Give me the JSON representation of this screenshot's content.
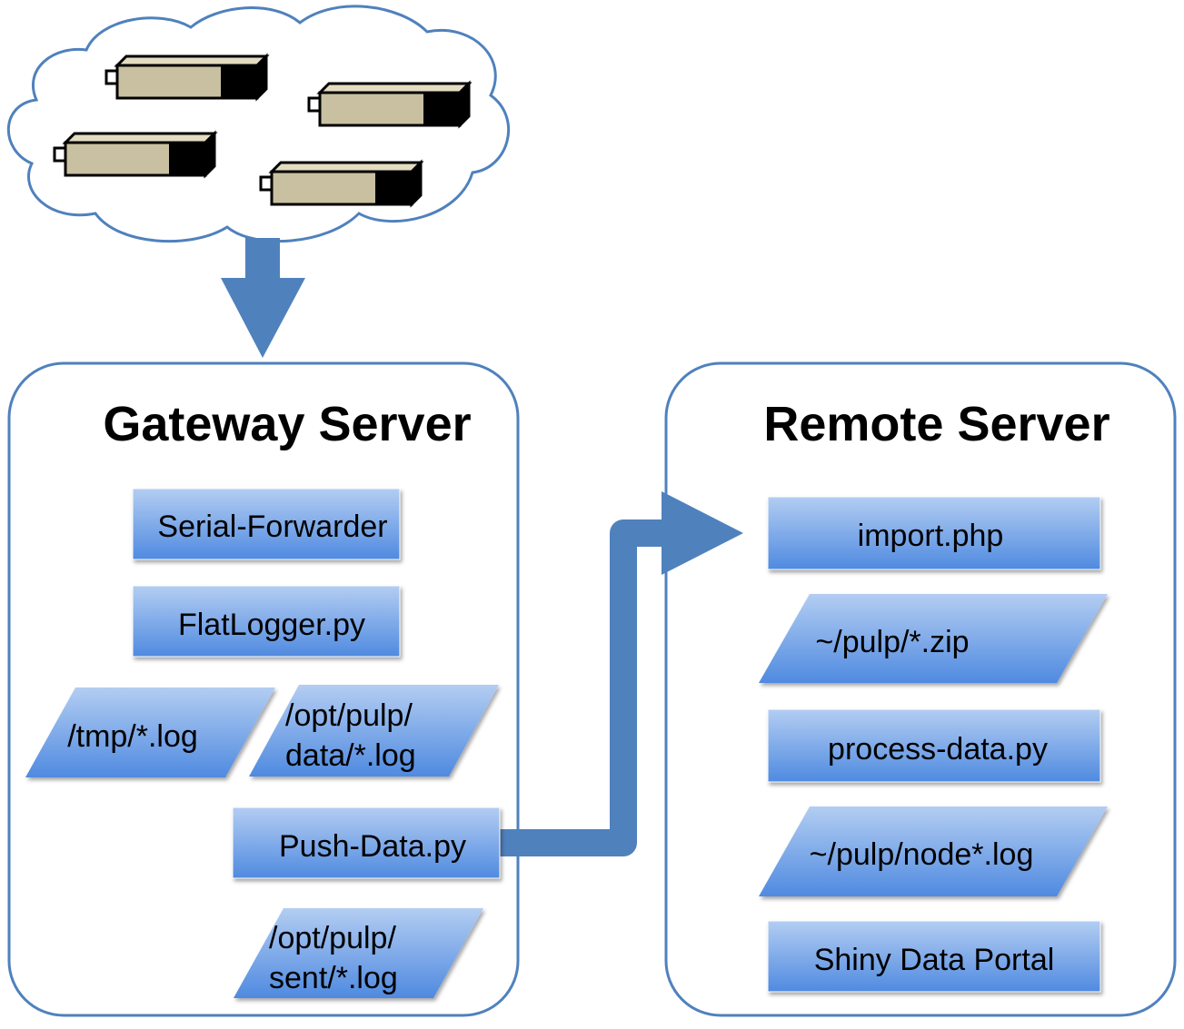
{
  "gateway": {
    "title": "Gateway Server",
    "serial_forwarder": "Serial-Forwarder",
    "flatlogger": "FlatLogger.py",
    "tmp_log": "/tmp/*.log",
    "opt_data_line1": "/opt/pulp/",
    "opt_data_line2": "data/*.log",
    "push_data": "Push-Data.py",
    "opt_sent_line1": "/opt/pulp/",
    "opt_sent_line2": "sent/*.log"
  },
  "remote": {
    "title": "Remote Server",
    "import_php": "import.php",
    "pulp_zip": "~/pulp/*.zip",
    "process_data": "process-data.py",
    "node_log": "~/pulp/node*.log",
    "shiny": "Shiny Data Portal"
  },
  "colors": {
    "outline": "#4f81bd",
    "arrow": "#4f81bd",
    "box_top": "#a9c4ef",
    "box_bottom": "#4a86e0",
    "sensor_body": "#c8c0a0"
  }
}
